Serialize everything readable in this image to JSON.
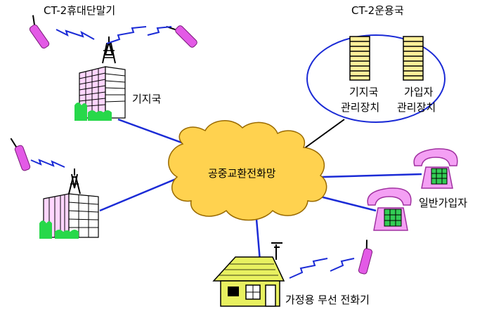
{
  "labels": {
    "handset_title": "CT-2휴대단말기",
    "operations_center": "CT-2운용국",
    "base_station": "기지국",
    "base_station_mgmt_line1": "기지국",
    "base_station_mgmt_line2": "관리장치",
    "subscriber_mgmt_line1": "가입자",
    "subscriber_mgmt_line2": "관리장치",
    "pstn": "공중교환전화망",
    "general_subscriber": "일반가입자",
    "home_cordless_phone": "가정용 무선 전화기"
  },
  "colors": {
    "cloud_fill": "#ffd24f",
    "link_blue": "#1b2bd6",
    "link_black": "#000000",
    "handset_magenta": "#e35ae6",
    "phone_pink": "#f4a0f4",
    "keypad_green": "#33cc55",
    "grass_green": "#27d84a",
    "building_pink": "#ffd6ff",
    "server_yellow": "#ffef9a",
    "house_yellow": "#e8f060"
  }
}
